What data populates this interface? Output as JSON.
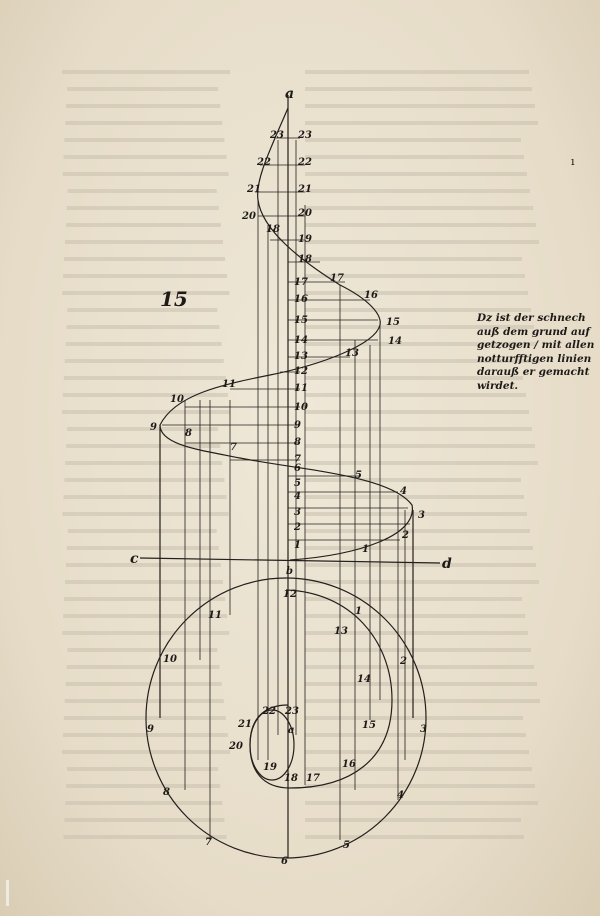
{
  "figure_number": "15",
  "page_mark": "ı",
  "caption": {
    "lines": [
      "Dz ist der schnech",
      "auß dem grund auf",
      "getzogen / mit allen",
      "notturfftigen linien",
      "darauß er gemacht",
      "wirdet."
    ]
  },
  "axis_labels": {
    "top": "a",
    "left": "c",
    "right": "d",
    "center_mark": "b"
  },
  "colors": {
    "paper": "#e9e1d0",
    "ink": "#231f1c"
  }
}
